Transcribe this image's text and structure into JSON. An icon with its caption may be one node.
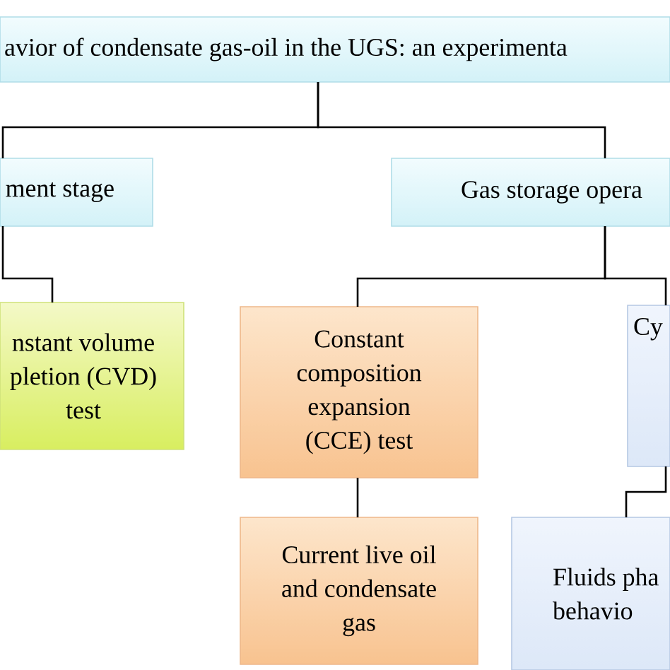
{
  "diagram": {
    "nodes": [
      {
        "text": [
          "avior of condensate gas-oil in the UGS: an experimenta"
        ]
      },
      {
        "text": [
          "ment stage"
        ]
      },
      {
        "text": [
          "Gas storage opera"
        ]
      },
      {
        "text": [
          "nstant volume pletion (CVD) test"
        ]
      },
      {
        "text": [
          "Constant composition expansion (CCE) test"
        ]
      },
      {
        "text": [
          "Current live oil and condensate gas"
        ]
      },
      {
        "text": [
          "Cy"
        ]
      },
      {
        "text": [
          "Fluids pha behavio"
        ]
      }
    ],
    "edges": [
      {
        "from": 0,
        "to": 1,
        "arrow": "none"
      },
      {
        "from": 0,
        "to": 2,
        "arrow": "none"
      },
      {
        "from": 1,
        "to": 3,
        "arrow": "none"
      },
      {
        "from": 2,
        "to": 4,
        "arrow": "none"
      },
      {
        "from": 2,
        "to": 6,
        "arrow": "none"
      },
      {
        "from": 4,
        "to": 5,
        "arrow": "none"
      },
      {
        "from": 6,
        "to": 7,
        "arrow": "none"
      }
    ]
  }
}
